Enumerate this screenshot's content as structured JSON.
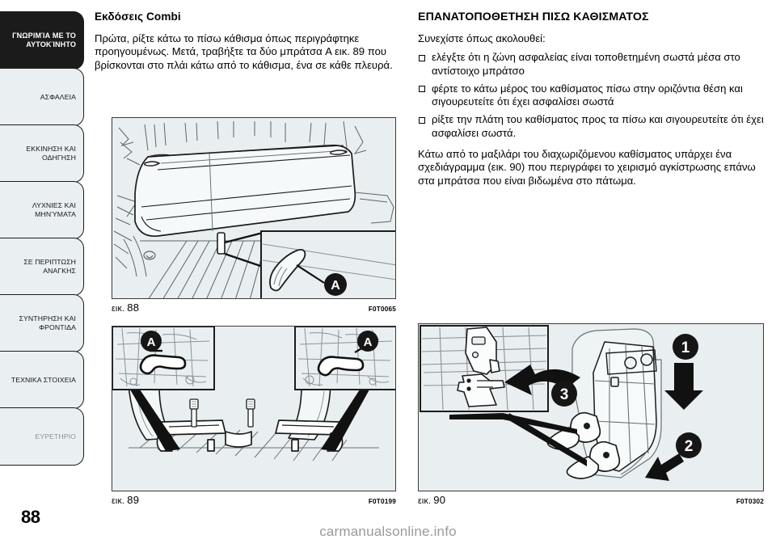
{
  "page": {
    "number": "88",
    "watermark": "carmanualsonline.info"
  },
  "sidebar": {
    "items": [
      {
        "label": "ΓΝΩΡΙΜΊΑ ΜΕ ΤΟ\nΑΥΤΟΚΊΝΗΤΟ",
        "state": "active"
      },
      {
        "label": "ΑΣΦΑΛΕΙΑ",
        "state": "normal"
      },
      {
        "label": "ΕΚΚΙΝΗΣΗ ΚΑΙ\nΟΔΗΓΗΣΗ",
        "state": "normal"
      },
      {
        "label": "ΛΥΧΝΙΕΣ ΚΑΙ\nΜΗΝΎΜΑΤΑ",
        "state": "normal"
      },
      {
        "label": "ΣΕ ΠΕΡΙΠΤΩΣΗ\nΑΝΑΓΚΗΣ",
        "state": "normal"
      },
      {
        "label": "ΣΥΝΤΗΡΗΣΗ ΚΑΙ\nΦΡΟΝΤΙΔΑ",
        "state": "normal"
      },
      {
        "label": "ΤΕΧΝΙΚΑ ΣΤΟΙΧΕΙΑ",
        "state": "normal"
      },
      {
        "label": "ΕΥΡΕΤΗΡΙΟ",
        "state": "muted"
      }
    ]
  },
  "left_column": {
    "heading": "Εκδόσεις Combi",
    "paragraph": "Πρώτα, ρίξτε κάτω το πίσω κάθισμα όπως περιγράφτηκε προηγουμένως. Μετά, τραβήξτε τα δύο μπράτσα A εικ. 89 που βρίσκονται στο πλάι κάτω από το κάθισμα, ένα σε κάθε πλευρά."
  },
  "right_column": {
    "heading": "ΕΠΑΝΑΤΟΠΟΘΕΤΗΣΗ ΠΙΣΩ ΚΑΘΙΣΜΑΤΟΣ",
    "intro": "Συνεχίστε όπως ακολουθεί:",
    "bullets": [
      "ελέγξτε ότι η ζώνη ασφαλείας είναι τοποθετημένη σωστά μέσα στο αντίστοιχο μπράτσο",
      "φέρτε το κάτω μέρος του καθίσματος πίσω στην οριζόντια θέση και σιγουρευτείτε ότι έχει ασφαλίσει σωστά",
      "ρίξτε την πλάτη του καθίσματος προς τα πίσω και σιγουρευτείτε ότι έχει ασφαλίσει σωστά."
    ],
    "closing": "Κάτω από το μαξιλάρι του διαχωριζόμενου καθίσματος υπάρχει ένα σχεδιάγραμμα (εικ. 90) που περιγράφει το χειρισμό αγκίστρωσης επάνω στα μπράτσα που είναι βιδωμένα στο πάτωμα."
  },
  "figures": [
    {
      "id": "fig88",
      "caption_prefix": "εικ.",
      "caption_number": "88",
      "code": "F0T0065",
      "callouts": [
        "A"
      ],
      "description": "Πίσω κάθισμα αναδιπλωμένο στο χώρο αποσκευών με λεπτομέρεια μπράτσου A"
    },
    {
      "id": "fig89",
      "caption_prefix": "εικ.",
      "caption_number": "89",
      "code": "F0T0199",
      "callouts": [
        "A",
        "A"
      ],
      "description": "Κάτω όψη καθισμάτων με δύο μπράτσα A αριστερά και δεξιά"
    },
    {
      "id": "fig90",
      "caption_prefix": "εικ.",
      "caption_number": "90",
      "code": "F0T0302",
      "callouts": [
        "1",
        "2",
        "3"
      ],
      "description": "Σχεδιάγραμμα αγκίστρωσης καθίσματος με βήματα 1, 2 και 3"
    }
  ],
  "colors": {
    "tab_fill": "#eaeff1",
    "tab_active": "#1b1b1b",
    "figure_bg": "#e9eef0",
    "figure_border": "#3a3a3a",
    "watermark": "#9a9a9a"
  }
}
